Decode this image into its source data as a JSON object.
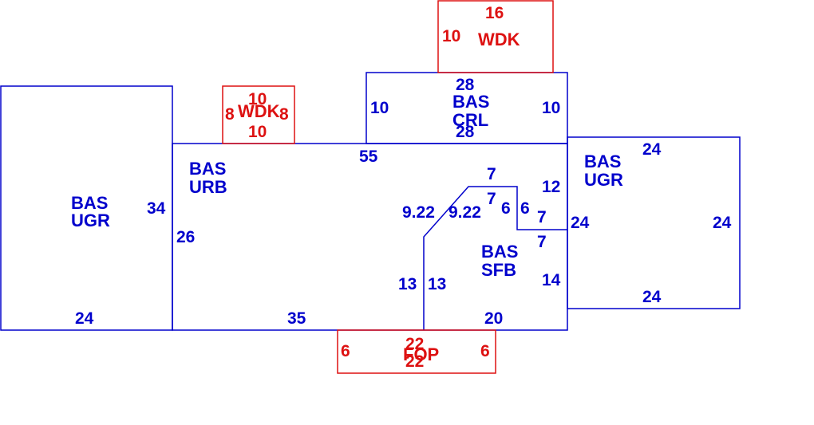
{
  "colors": {
    "living_area": "#0000cc",
    "exterior_area": "#dd1111",
    "background": "#ffffff"
  },
  "areas": {
    "bas_ugr_left": {
      "line1": "BAS",
      "line2": "UGR"
    },
    "bas_urb": {
      "line1": "BAS",
      "line2": "URB"
    },
    "bas_crl": {
      "line1": "BAS",
      "line2": "CRL"
    },
    "bas_sfb": {
      "line1": "BAS",
      "line2": "SFB"
    },
    "bas_ugr_right": {
      "line1": "BAS",
      "line2": "UGR"
    },
    "wdk_top": {
      "label": "WDK"
    },
    "wdk_small": {
      "label": "WDK"
    },
    "fop": {
      "label": "FOP"
    }
  },
  "dimensions": {
    "ugr_left_right": "34",
    "ugr_left_bottom": "24",
    "urb_left": "26",
    "urb_top": "55",
    "urb_bottom": "35",
    "crl_top": "28",
    "crl_bottom": "28",
    "crl_left": "10",
    "crl_right": "10",
    "wdk_top_top": "16",
    "wdk_top_left": "10",
    "wdk_small_top": "10",
    "wdk_small_bottom": "10",
    "wdk_small_left": "8",
    "wdk_small_right": "8",
    "sfb_top": "7",
    "sfb_inner_top": "7",
    "sfb_diag_left": "9.22",
    "sfb_diag_right": "9.22",
    "sfb_notch_left": "6",
    "sfb_notch_right": "6",
    "sfb_step_upper": "7",
    "sfb_step_lower": "7",
    "sfb_right_upper": "12",
    "sfb_right_lower": "14",
    "sfb_left_outer": "13",
    "sfb_left_inner": "13",
    "sfb_bottom": "20",
    "ugr_right_top": "24",
    "ugr_right_bottom": "24",
    "ugr_right_left": "24",
    "ugr_right_right": "24",
    "fop_top": "22",
    "fop_bottom": "22",
    "fop_left": "6",
    "fop_right": "6"
  }
}
